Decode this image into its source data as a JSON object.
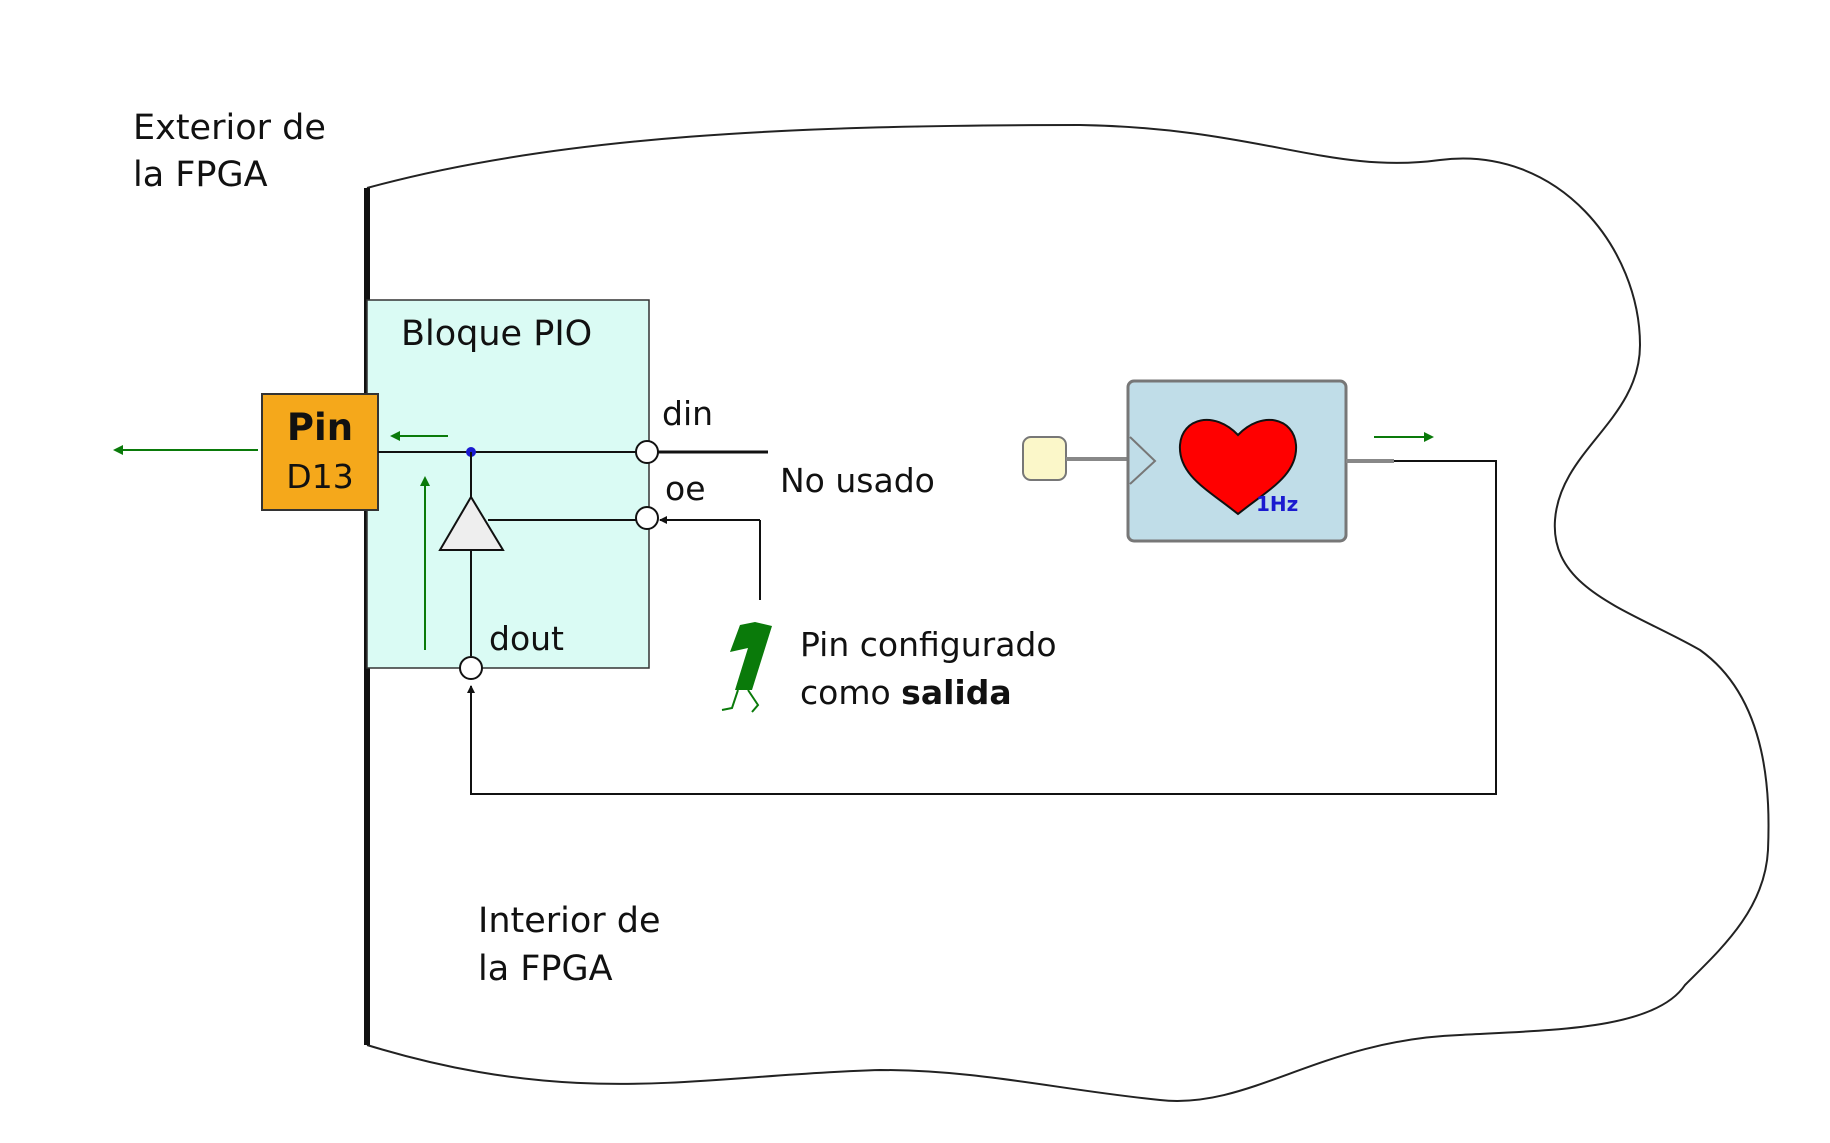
{
  "regions": {
    "exterior": {
      "line1": "Exterior de",
      "line2": "la FPGA"
    },
    "interior": {
      "line1": "Interior de",
      "line2": "la FPGA"
    }
  },
  "pio_block": {
    "title": "Bloque PIO",
    "fill": "#dafbf4"
  },
  "pin": {
    "label": "Pin",
    "name": "D13",
    "fill": "#f5a81b"
  },
  "ports": {
    "din": "din",
    "oe": "oe",
    "dout": "dout"
  },
  "unused_label": "No usado",
  "constant": {
    "value": "1",
    "color": "#0a7a0a"
  },
  "configured": {
    "prefix_line1": "Pin configurado",
    "prefix_line2": "como ",
    "bold_word": "salida"
  },
  "heart_block": {
    "freq_label": "1Hz",
    "fill": "#c0dde8",
    "heart_color": "#ff0000",
    "input_fill": "#fbf7c9"
  },
  "colors": {
    "arrow": "#0a7a0a",
    "junction": "#1a1ad0",
    "wire": "#111111"
  }
}
